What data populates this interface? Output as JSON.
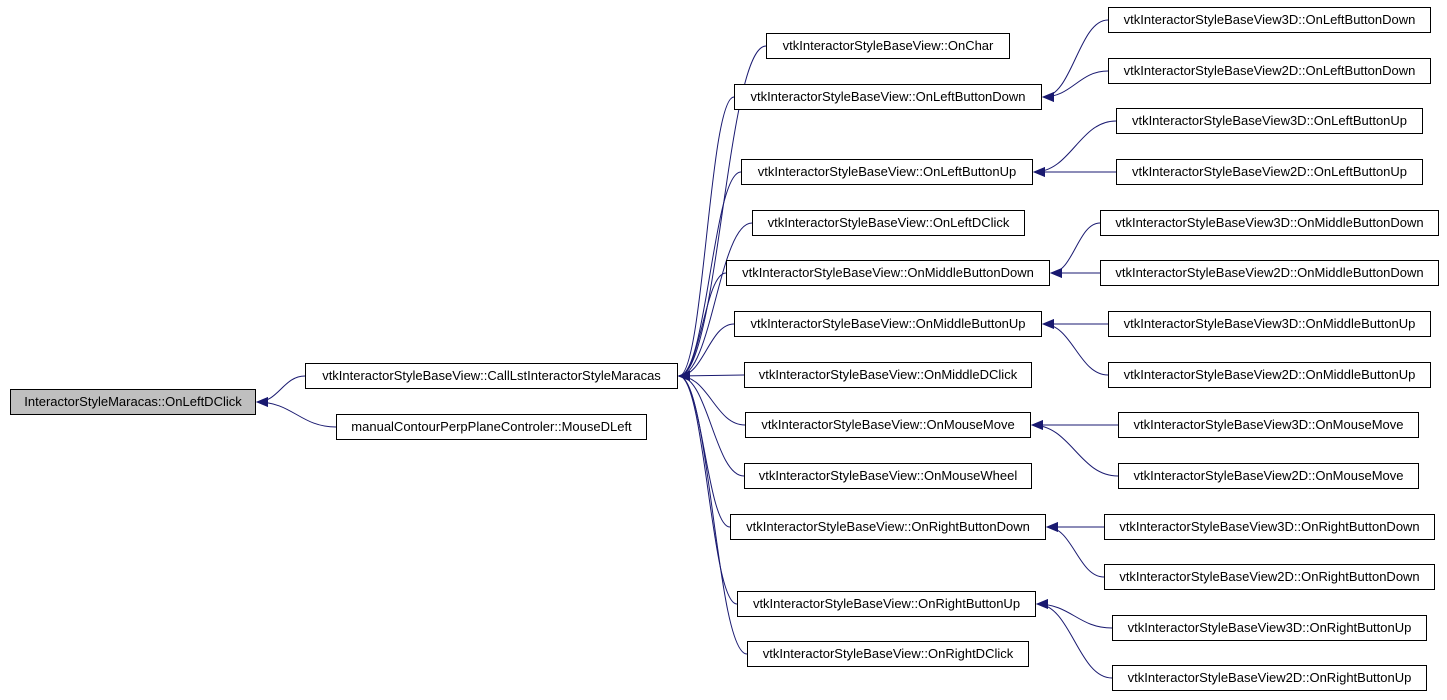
{
  "colors": {
    "edge": "#191970",
    "root_fill": "#bfbfbf",
    "node_fill": "#ffffff",
    "border": "#000000"
  },
  "nodes": [
    {
      "id": "root",
      "label": "InteractorStyleMaracas::OnLeftDClick",
      "root": true
    },
    {
      "id": "call",
      "label": "vtkInteractorStyleBaseView::CallLstInteractorStyleMaracas"
    },
    {
      "id": "mouse",
      "label": "manualContourPerpPlaneControler::MouseDLeft"
    },
    {
      "id": "onchar",
      "label": "vtkInteractorStyleBaseView::OnChar"
    },
    {
      "id": "lbd",
      "label": "vtkInteractorStyleBaseView::OnLeftButtonDown"
    },
    {
      "id": "lbu",
      "label": "vtkInteractorStyleBaseView::OnLeftButtonUp"
    },
    {
      "id": "ldc",
      "label": "vtkInteractorStyleBaseView::OnLeftDClick"
    },
    {
      "id": "mbd",
      "label": "vtkInteractorStyleBaseView::OnMiddleButtonDown"
    },
    {
      "id": "mbu",
      "label": "vtkInteractorStyleBaseView::OnMiddleButtonUp"
    },
    {
      "id": "mdc",
      "label": "vtkInteractorStyleBaseView::OnMiddleDClick"
    },
    {
      "id": "mm",
      "label": "vtkInteractorStyleBaseView::OnMouseMove"
    },
    {
      "id": "mw",
      "label": "vtkInteractorStyleBaseView::OnMouseWheel"
    },
    {
      "id": "rbd",
      "label": "vtkInteractorStyleBaseView::OnRightButtonDown"
    },
    {
      "id": "rbu",
      "label": "vtkInteractorStyleBaseView::OnRightButtonUp"
    },
    {
      "id": "rdc",
      "label": "vtkInteractorStyleBaseView::OnRightDClick"
    },
    {
      "id": "lbd3",
      "label": "vtkInteractorStyleBaseView3D::OnLeftButtonDown"
    },
    {
      "id": "lbd2",
      "label": "vtkInteractorStyleBaseView2D::OnLeftButtonDown"
    },
    {
      "id": "lbu3",
      "label": "vtkInteractorStyleBaseView3D::OnLeftButtonUp"
    },
    {
      "id": "lbu2",
      "label": "vtkInteractorStyleBaseView2D::OnLeftButtonUp"
    },
    {
      "id": "mbd3",
      "label": "vtkInteractorStyleBaseView3D::OnMiddleButtonDown"
    },
    {
      "id": "mbd2",
      "label": "vtkInteractorStyleBaseView2D::OnMiddleButtonDown"
    },
    {
      "id": "mbu3",
      "label": "vtkInteractorStyleBaseView3D::OnMiddleButtonUp"
    },
    {
      "id": "mbu2",
      "label": "vtkInteractorStyleBaseView2D::OnMiddleButtonUp"
    },
    {
      "id": "mm3",
      "label": "vtkInteractorStyleBaseView3D::OnMouseMove"
    },
    {
      "id": "mm2",
      "label": "vtkInteractorStyleBaseView2D::OnMouseMove"
    },
    {
      "id": "rbd3",
      "label": "vtkInteractorStyleBaseView3D::OnRightButtonDown"
    },
    {
      "id": "rbd2",
      "label": "vtkInteractorStyleBaseView2D::OnRightButtonDown"
    },
    {
      "id": "rbu3",
      "label": "vtkInteractorStyleBaseView3D::OnRightButtonUp"
    },
    {
      "id": "rbu2",
      "label": "vtkInteractorStyleBaseView2D::OnRightButtonUp"
    }
  ],
  "edges": [
    {
      "from": "call",
      "to": "root"
    },
    {
      "from": "mouse",
      "to": "root"
    },
    {
      "from": "onchar",
      "to": "call"
    },
    {
      "from": "lbd",
      "to": "call"
    },
    {
      "from": "lbu",
      "to": "call"
    },
    {
      "from": "ldc",
      "to": "call"
    },
    {
      "from": "mbd",
      "to": "call"
    },
    {
      "from": "mbu",
      "to": "call"
    },
    {
      "from": "mdc",
      "to": "call"
    },
    {
      "from": "mm",
      "to": "call"
    },
    {
      "from": "mw",
      "to": "call"
    },
    {
      "from": "rbd",
      "to": "call"
    },
    {
      "from": "rbu",
      "to": "call"
    },
    {
      "from": "rdc",
      "to": "call"
    },
    {
      "from": "lbd3",
      "to": "lbd"
    },
    {
      "from": "lbd2",
      "to": "lbd"
    },
    {
      "from": "lbu3",
      "to": "lbu"
    },
    {
      "from": "lbu2",
      "to": "lbu"
    },
    {
      "from": "mbd3",
      "to": "mbd"
    },
    {
      "from": "mbd2",
      "to": "mbd"
    },
    {
      "from": "mbu3",
      "to": "mbu"
    },
    {
      "from": "mbu2",
      "to": "mbu"
    },
    {
      "from": "mm3",
      "to": "mm"
    },
    {
      "from": "mm2",
      "to": "mm"
    },
    {
      "from": "rbd3",
      "to": "rbd"
    },
    {
      "from": "rbd2",
      "to": "rbd"
    },
    {
      "from": "rbu3",
      "to": "rbu"
    },
    {
      "from": "rbu2",
      "to": "rbu"
    }
  ]
}
